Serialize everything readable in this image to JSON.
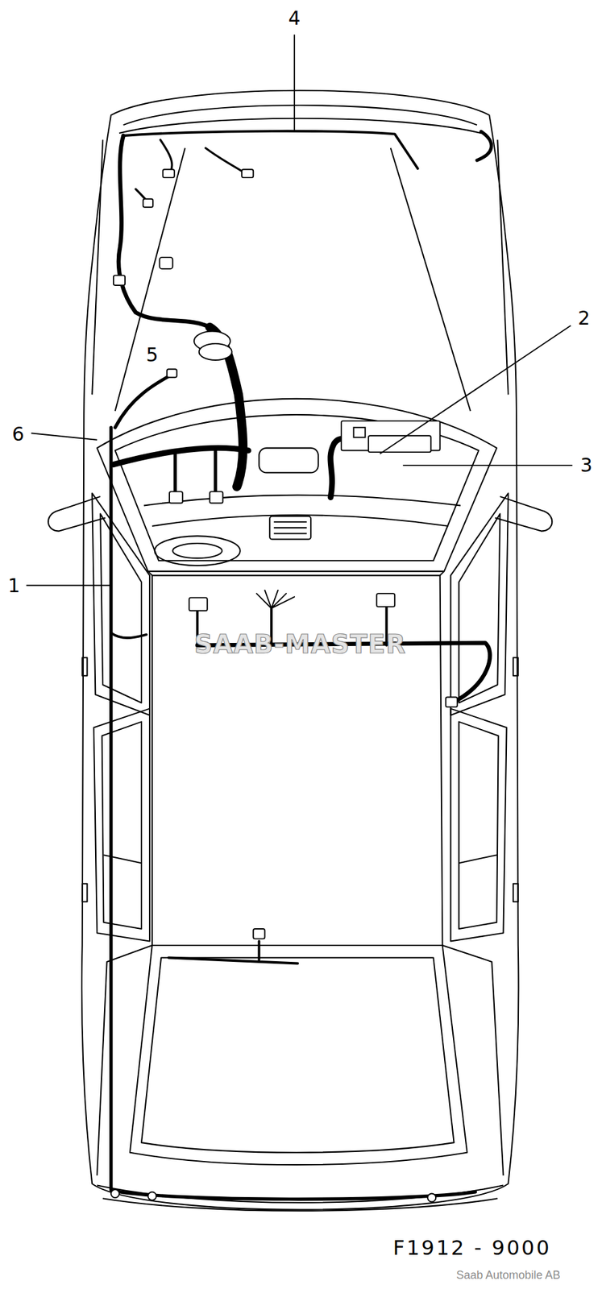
{
  "diagram": {
    "labels": [
      "4",
      "2",
      "5",
      "6",
      "3",
      "1",
      "SAAB-MASTER",
      "F1912 - 9000",
      "Saab Automobile AB"
    ]
  }
}
